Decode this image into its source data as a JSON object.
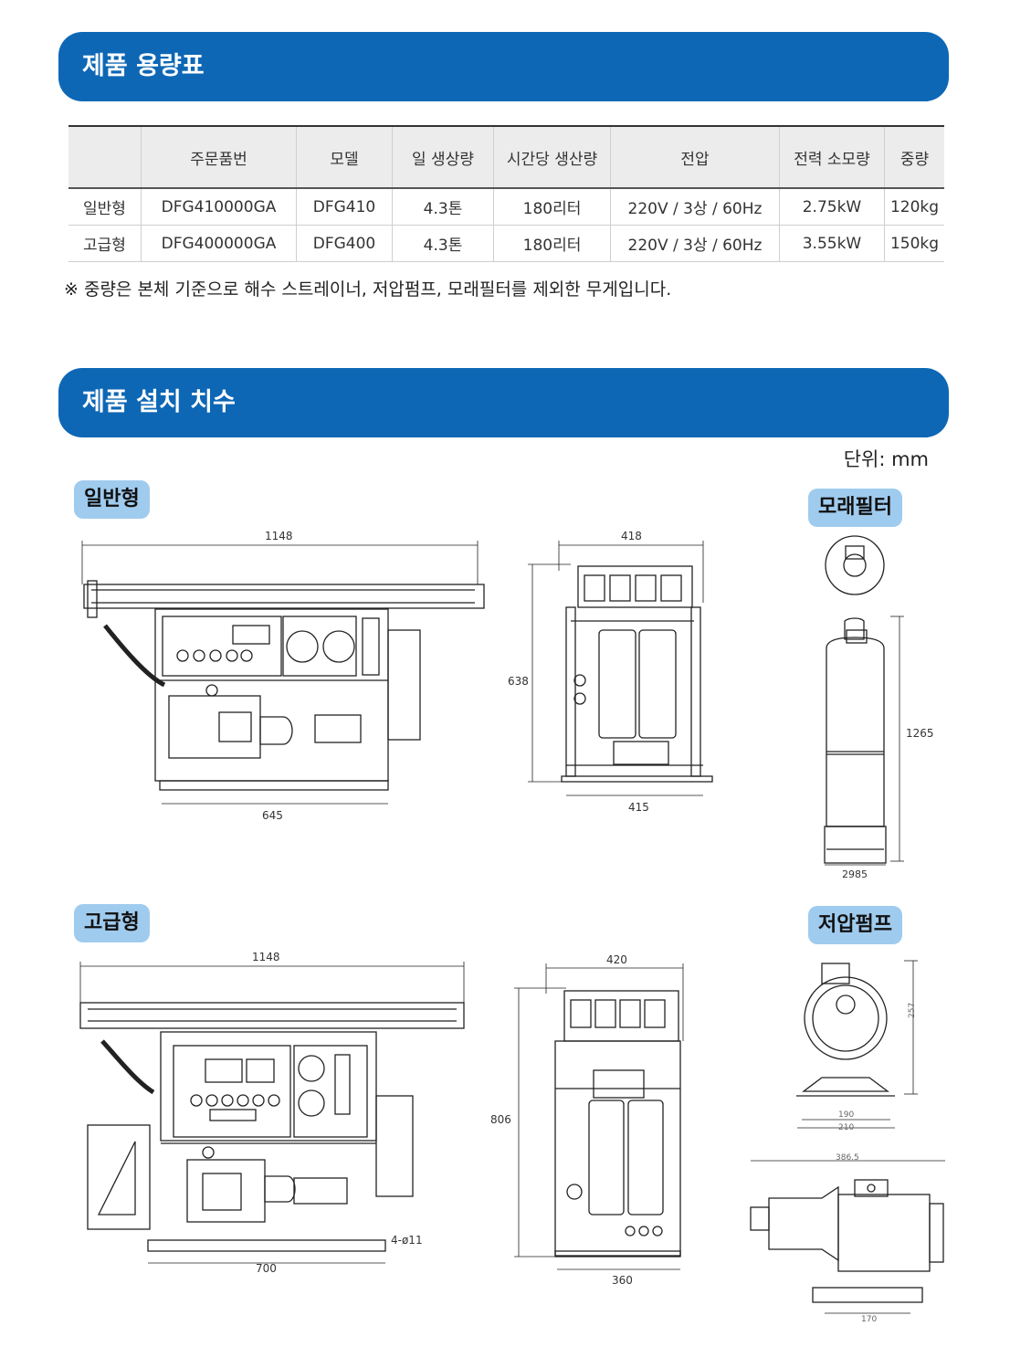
{
  "section1": {
    "title": "제품 용량표"
  },
  "table": {
    "headers": [
      "",
      "주문품번",
      "모델",
      "일 생상량",
      "시간당 생산량",
      "전압",
      "전력 소모량",
      "중량"
    ],
    "rows": [
      [
        "일반형",
        "DFG410000GA",
        "DFG410",
        "4.3톤",
        "180리터",
        "220V / 3상 / 60Hz",
        "2.75kW",
        "120kg"
      ],
      [
        "고급형",
        "DFG400000GA",
        "DFG400",
        "4.3톤",
        "180리터",
        "220V / 3상 / 60Hz",
        "3.55kW",
        "150kg"
      ]
    ]
  },
  "note": "※ 중량은 본체 기준으로 해수 스트레이너, 저압펌프, 모래필터를 제외한 무게입니다.",
  "section2": {
    "title": "제품 설치 치수"
  },
  "unit": "단위: mm",
  "labels": {
    "standard": "일반형",
    "premium": "고급형",
    "sand_filter": "모래필터",
    "low_pressure_pump": "저압펌프"
  },
  "dimensions": {
    "standard_width": "1148",
    "standard_base": "645",
    "standard_side_width": "418",
    "standard_height": "638",
    "standard_side_base": "415",
    "filter_height": "1265",
    "filter_base": "2985",
    "premium_width": "1148",
    "premium_base": "700",
    "premium_hole": "4-ø11",
    "premium_side_width": "420",
    "premium_height": "806",
    "premium_side_base": "360",
    "pump_height": "257",
    "pump_base_inner": "190",
    "pump_base_outer": "210",
    "pump_length": "386.5",
    "pump_foot": "170"
  }
}
